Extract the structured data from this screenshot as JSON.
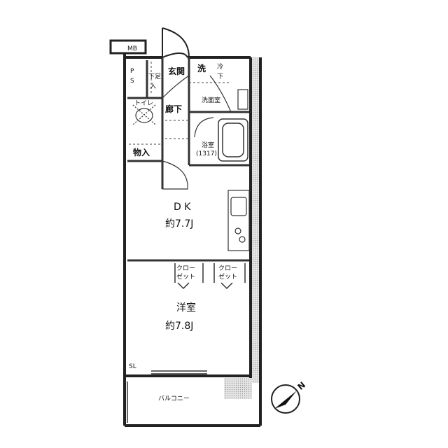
{
  "rooms": {
    "dk_label": "D K",
    "dk_area": "約7.7J",
    "western_label": "洋室",
    "western_area": "約7.8J",
    "balcony": "バルコニー",
    "entrance": "玄関",
    "corridor": "廊下",
    "washroom": "洗面室",
    "bath": "浴室",
    "bath_size": "(1317)",
    "storage": "物入",
    "closet_a_1": "クロー",
    "closet_a_2": "ゼット",
    "closet_b_1": "クロー",
    "closet_b_2": "ゼット"
  },
  "fixtures": {
    "ps_1": "P",
    "ps_2": "S",
    "shoe_1": "下足",
    "shoe_2": "入",
    "toilet": "トイレ",
    "washer": "洗",
    "shelf_top": "冷",
    "shelf_bottom": "下",
    "mb": "MB",
    "sl": "SL"
  },
  "compass": {
    "north_label": "N"
  },
  "colors": {
    "wall": "#222222",
    "shade": "#d0d0d0",
    "line": "#333333"
  }
}
